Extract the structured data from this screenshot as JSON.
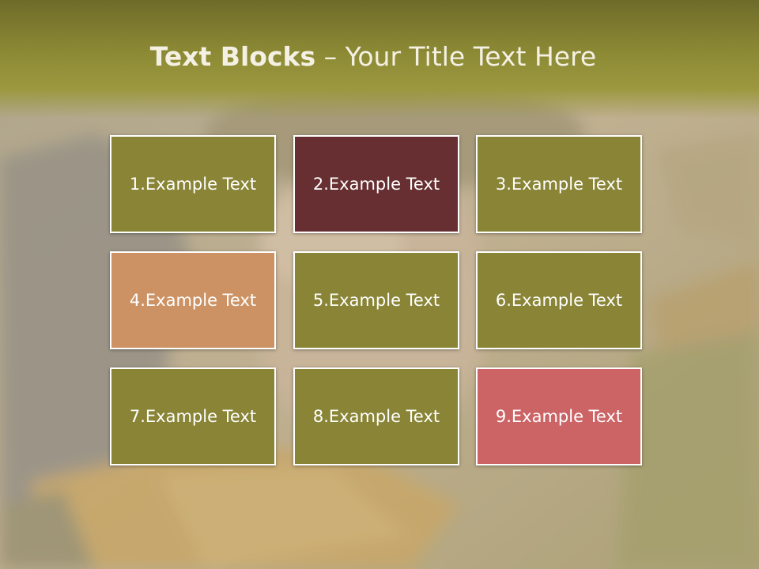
{
  "slide": {
    "title_bold": "Text Blocks",
    "title_dash": " – ",
    "title_rest": "Your Title Text Here"
  },
  "blocks": [
    {
      "label": "1.Example Text",
      "color": "#898436"
    },
    {
      "label": "2.Example Text",
      "color": "#672f31"
    },
    {
      "label": "3.Example Text",
      "color": "#898436"
    },
    {
      "label": "4.Example Text",
      "color": "#cc9263"
    },
    {
      "label": "5.Example Text",
      "color": "#898436"
    },
    {
      "label": "6.Example Text",
      "color": "#898436"
    },
    {
      "label": "7.Example Text",
      "color": "#898436"
    },
    {
      "label": "8.Example Text",
      "color": "#898436"
    },
    {
      "label": "9.Example Text",
      "color": "#cc6466"
    }
  ],
  "colors": {
    "title_band": "#8d8a35",
    "title_text": "#f4f1e4",
    "block_border": "#ffffff"
  }
}
